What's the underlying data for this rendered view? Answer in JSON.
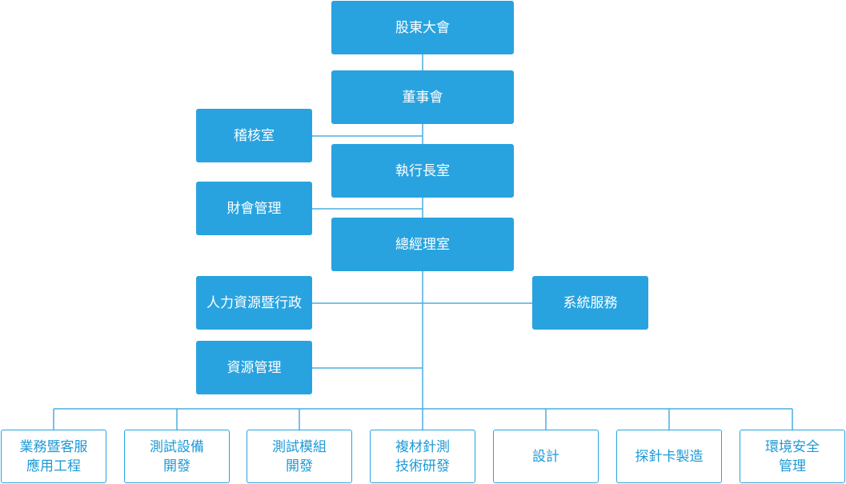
{
  "colors": {
    "accent": "#29a3df",
    "text_light": "#ffffff",
    "text_accent": "#1e9ad6",
    "line": "#4aaee0"
  },
  "nodes": {
    "shareholders": "股東大會",
    "board": "董事會",
    "audit": "稽核室",
    "ceo_office": "執行長室",
    "finance": "財會管理",
    "gm_office": "總經理室",
    "hr_admin": "人力資源暨行政",
    "system_service": "系統服務",
    "resource_mgmt": "資源管理"
  },
  "departments": [
    "業務暨客服\n應用工程",
    "測試設備\n開發",
    "測試模組\n開發",
    "複材針測\n技術研發",
    "設計",
    "探針卡製造",
    "環境安全\n管理"
  ]
}
